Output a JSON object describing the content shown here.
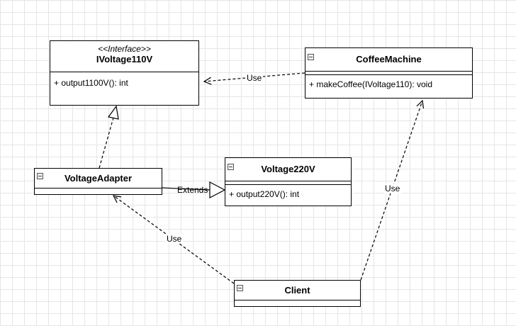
{
  "diagram": {
    "classes": {
      "ivoltage110v": {
        "stereotype": "<<Interface>>",
        "name": "IVoltage110V",
        "operation": "+ output1100V(): int"
      },
      "coffee_machine": {
        "name": "CoffeeMachine",
        "operation": "+ makeCoffee(IVoltage110): void"
      },
      "voltage_adapter": {
        "name": "VoltageAdapter"
      },
      "voltage220v": {
        "name": "Voltage220V",
        "operation": "+ output220V(): int"
      },
      "client": {
        "name": "Client"
      }
    },
    "relations": {
      "coffee_uses_interface": "Use",
      "adapter_extends": "Extends",
      "client_uses_coffee": "Use",
      "client_uses_adapter": "Use"
    }
  }
}
